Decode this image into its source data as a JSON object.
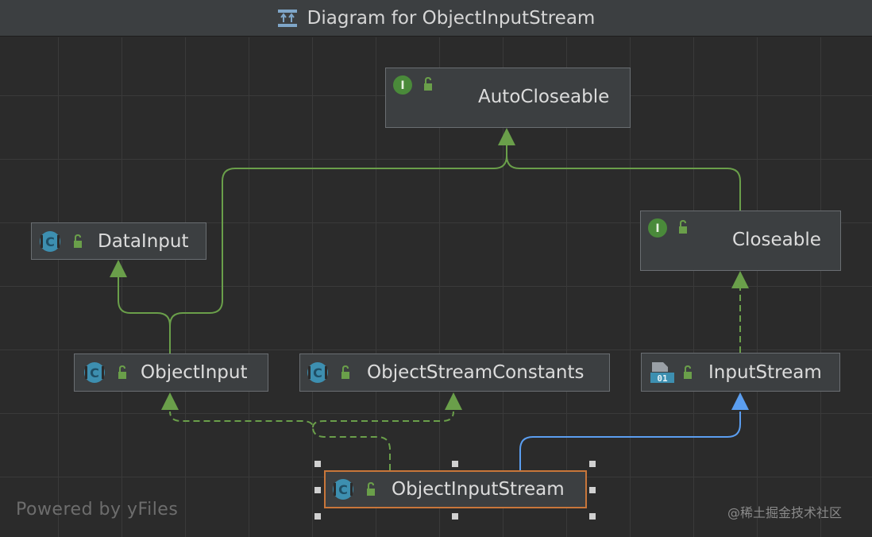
{
  "title": "Diagram for ObjectInputStream",
  "nodes": {
    "autocloseable": {
      "label": "AutoCloseable",
      "kind": "interface"
    },
    "closeable": {
      "label": "Closeable",
      "kind": "interface"
    },
    "datainput": {
      "label": "DataInput",
      "kind": "class"
    },
    "objectinput": {
      "label": "ObjectInput",
      "kind": "class"
    },
    "objectstreamconstants": {
      "label": "ObjectStreamConstants",
      "kind": "class"
    },
    "inputstream": {
      "label": "InputStream",
      "kind": "abstract-class"
    },
    "objectinputstream": {
      "label": "ObjectInputStream",
      "kind": "class",
      "selected": true
    }
  },
  "badges": {
    "interface": "I",
    "class": "C",
    "abstract": "01"
  },
  "edges": [
    {
      "from": "objectinput",
      "to": "autocloseable",
      "type": "extends"
    },
    {
      "from": "closeable",
      "to": "autocloseable",
      "type": "extends"
    },
    {
      "from": "objectinput",
      "to": "datainput",
      "type": "extends"
    },
    {
      "from": "inputstream",
      "to": "closeable",
      "type": "implements"
    },
    {
      "from": "objectinputstream",
      "to": "objectinput",
      "type": "implements"
    },
    {
      "from": "objectinputstream",
      "to": "objectstreamconstants",
      "type": "implements"
    },
    {
      "from": "objectinputstream",
      "to": "inputstream",
      "type": "extends-class"
    }
  ],
  "colors": {
    "background": "#2b2b2b",
    "node": "#3c3f41",
    "edge_green": "#6a9f4a",
    "edge_blue": "#5b9ef0",
    "interface_badge": "#4a8a3a",
    "class_badge": "#3d8fb0",
    "selection": "#c8763a"
  },
  "footer": {
    "powered": "Powered by yFiles",
    "watermark": "@稀土掘金技术社区"
  }
}
